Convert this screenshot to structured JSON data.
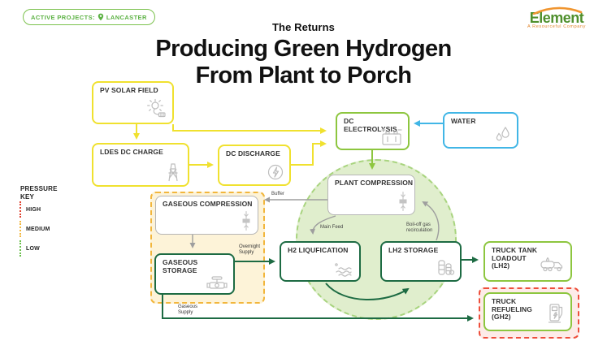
{
  "badge": {
    "label": "ACTIVE PROJECTS:",
    "project": "LANCASTER"
  },
  "logo": {
    "brand": "Element",
    "tagline": "A Resourceful Company"
  },
  "header": {
    "kicker": "The Returns",
    "title_line1": "Producing Green Hydrogen",
    "title_line2": "From Plant to Porch"
  },
  "pressure_key": {
    "title_line1": "PRESSURE",
    "title_line2": "KEY",
    "items": [
      {
        "label": "HIGH",
        "color": "#e04330"
      },
      {
        "label": "MEDIUM",
        "color": "#f2b63c"
      },
      {
        "label": "LOW",
        "color": "#6abf4b"
      }
    ]
  },
  "nodes": {
    "pv_solar": {
      "label": "PV SOLAR FIELD"
    },
    "ldes_dc_charge": {
      "label": "LDES DC CHARGE"
    },
    "dc_discharge": {
      "label": "DC DISCHARGE"
    },
    "dc_electrolysis": {
      "label": "DC ELECTROLYSIS"
    },
    "water": {
      "label": "WATER"
    },
    "plant_compression": {
      "label": "PLANT COMPRESSION"
    },
    "gaseous_compression": {
      "label": "GASEOUS COMPRESSION"
    },
    "gaseous_storage": {
      "label": "GASEOUS STORAGE"
    },
    "h2_liquification": {
      "label": "H2 LIQUFICATION"
    },
    "lh2_storage": {
      "label": "LH2 STORAGE"
    },
    "truck_tank_loadout": {
      "line1": "TRUCK TANK",
      "line2": "LOADOUT",
      "line3": "(LH2)"
    },
    "truck_refueling": {
      "line1": "TRUCK",
      "line2": "REFUELING",
      "line3": "(GH2)"
    }
  },
  "edge_labels": {
    "buffer": "Buffer",
    "main_feed": "Main Feed",
    "boil_off_line1": "Boil-off gas",
    "boil_off_line2": "recirculation",
    "overnight_line1": "Overnight",
    "overnight_line2": "Supply",
    "gaseous_line1": "Gaseous",
    "gaseous_line2": "Supply"
  },
  "colors": {
    "yellow": "#f0e12f",
    "light_green": "#8dc63f",
    "dark_green": "#1d6b43",
    "blue": "#41b6e6",
    "gray_line": "#9e9e9e",
    "circle_fill": "#e0eecd",
    "yellow_zone_fill": "#fdf3d8",
    "yellow_zone_border": "#f2b63c",
    "red_zone_fill": "#fdebe8",
    "red_zone_border": "#ee4e3b",
    "brand_green": "#4f8f2c",
    "brand_orange": "#f0952f"
  }
}
